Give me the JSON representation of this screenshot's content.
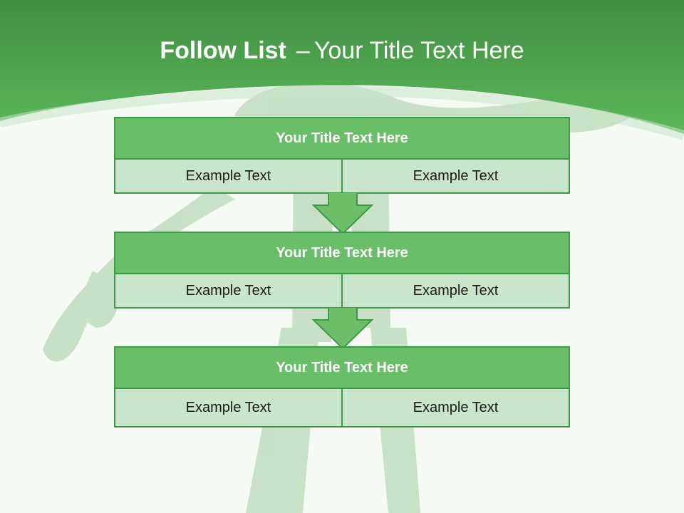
{
  "slide": {
    "title_bold": "Follow List",
    "title_dash": "–",
    "title_rest": "Your Title Text Here"
  },
  "blocks": [
    {
      "title": "Your Title Text Here",
      "left": "Example Text",
      "right": "Example Text"
    },
    {
      "title": "Your Title Text Here",
      "left": "Example Text",
      "right": "Example Text"
    },
    {
      "title": "Your Title Text Here",
      "left": "Example Text",
      "right": "Example Text"
    }
  ],
  "colors": {
    "header_band": "#57b45a",
    "block_header": "#69bf69",
    "block_cell": "#c9e5cc",
    "border": "#3f9a45",
    "arrow": "#6cbe67"
  }
}
